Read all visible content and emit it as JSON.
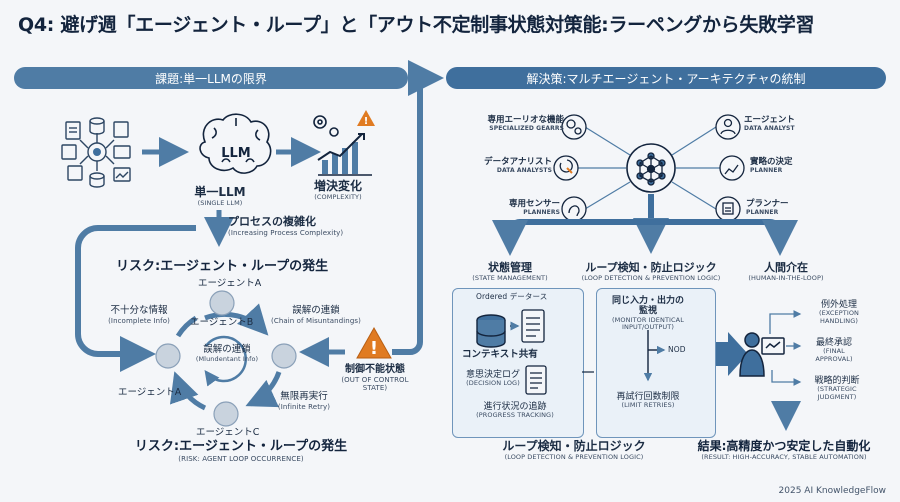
{
  "title": "Q4: 避げ週「エージェント・ループ」と「アウト不定制事状態対策能:ラーペングから失敗学習",
  "left": {
    "header": "課題:単一LLMの限界",
    "llm_icon_text": "LLM",
    "single_llm": {
      "jp": "単一LLM",
      "en": "(SINGLE LLM)"
    },
    "complexity": {
      "jp": "増決変化",
      "en": "(COMPLEXITY)"
    },
    "process": {
      "jp": "プロセスの複雑化",
      "en": "(Increasing Process Complexity)"
    },
    "risk_top": "リスク:エージェント・ループの発生",
    "agent_a_top": "エージェントA",
    "agent_b": "エージェントB",
    "center": {
      "jp": "誤解の連鎖",
      "en": "(Mlundentant Info)"
    },
    "agent_a_bottom": "エージェントA",
    "agent_c": "エージェントC",
    "incomplete": {
      "jp": "不十分な情報",
      "en": "(Incomplete Info)"
    },
    "chain": {
      "jp": "誤解の連鎖",
      "en": "(Chain of Misuntandings)"
    },
    "retry": {
      "jp": "無限再実行",
      "en": "(Infinite Retry)"
    },
    "out_of_control": {
      "jp": "制御不能状態",
      "en1": "(OUT OF CONTROL",
      "en2": "STATE)"
    },
    "risk_bottom": {
      "jp": "リスク:エージェント・ループの発生",
      "en": "(RISK: AGENT LOOP OCCURRENCE)"
    }
  },
  "right": {
    "header": "解決策:マルチエージェント・アーキテクチャの統制",
    "spokes": [
      {
        "jp": "専用エーリオな機能",
        "en": "SPECIALIZED GEARRS"
      },
      {
        "jp": "データアナリスト",
        "en": "DATA ANALYSTS"
      },
      {
        "jp": "専用センサー",
        "en": "PLANNERS"
      },
      {
        "jp": "エージェント",
        "en": "DATA ANALYST"
      },
      {
        "jp": "實略の決定",
        "en": "PLANNER"
      },
      {
        "jp": "プランナー",
        "en": "PLANNER"
      }
    ],
    "state": {
      "jp": "状態管理",
      "en": "(STATE MANAGEMENT)"
    },
    "loop": {
      "jp": "ループ検知・防止ロジック",
      "en": "(LOOP DETECTION & PREVENTION LOGIC)"
    },
    "human": {
      "jp": "人間介在",
      "en": "(HUMAN-IN-THE-LOOP)"
    },
    "ordered": "Ordered データース",
    "context": "コンテキスト共有",
    "decision": {
      "jp": "意思決定ログ",
      "en": "(DECISION LOG)"
    },
    "progress": {
      "jp": "進行状況の追跡",
      "en": "(PROGRESS TRACKING)"
    },
    "same_io": {
      "jp1": "同じ入力・出力の",
      "jp2": "監視",
      "en1": "(MONITOR IDENTICAL",
      "en2": "INPUT/OUTPUT)"
    },
    "nod": "NOD",
    "limit": {
      "jp": "再試行回数制限",
      "en": "(LIMIT RETRIES)"
    },
    "loop_bottom": {
      "jp": "ループ検知・防止ロジック",
      "en": "(LOOP DETECTION & PREVENTION LOGIC)"
    },
    "exception": {
      "jp": "例外処理",
      "en1": "(EXCEPTION",
      "en2": "HANDLING)"
    },
    "final": {
      "jp": "最終承認",
      "en1": "(FINAL",
      "en2": "APPROVAL)"
    },
    "strategic": {
      "jp": "戦略的判断",
      "en1": "(STRATEGIC",
      "en2": "JUDGMENT)"
    },
    "result": {
      "jp": "結果:高精度かつ安定した自動化",
      "en": "(RESULT: HIGH-ACCURACY, STABLE AUTOMATION)"
    }
  },
  "footer": "2025 AI KnowledgeFlow",
  "colors": {
    "accent": "#3f6f9d",
    "line": "#4f7ca5",
    "dark": "#13243d",
    "warning": "#e07b22",
    "panel": "#eaf1f8"
  }
}
